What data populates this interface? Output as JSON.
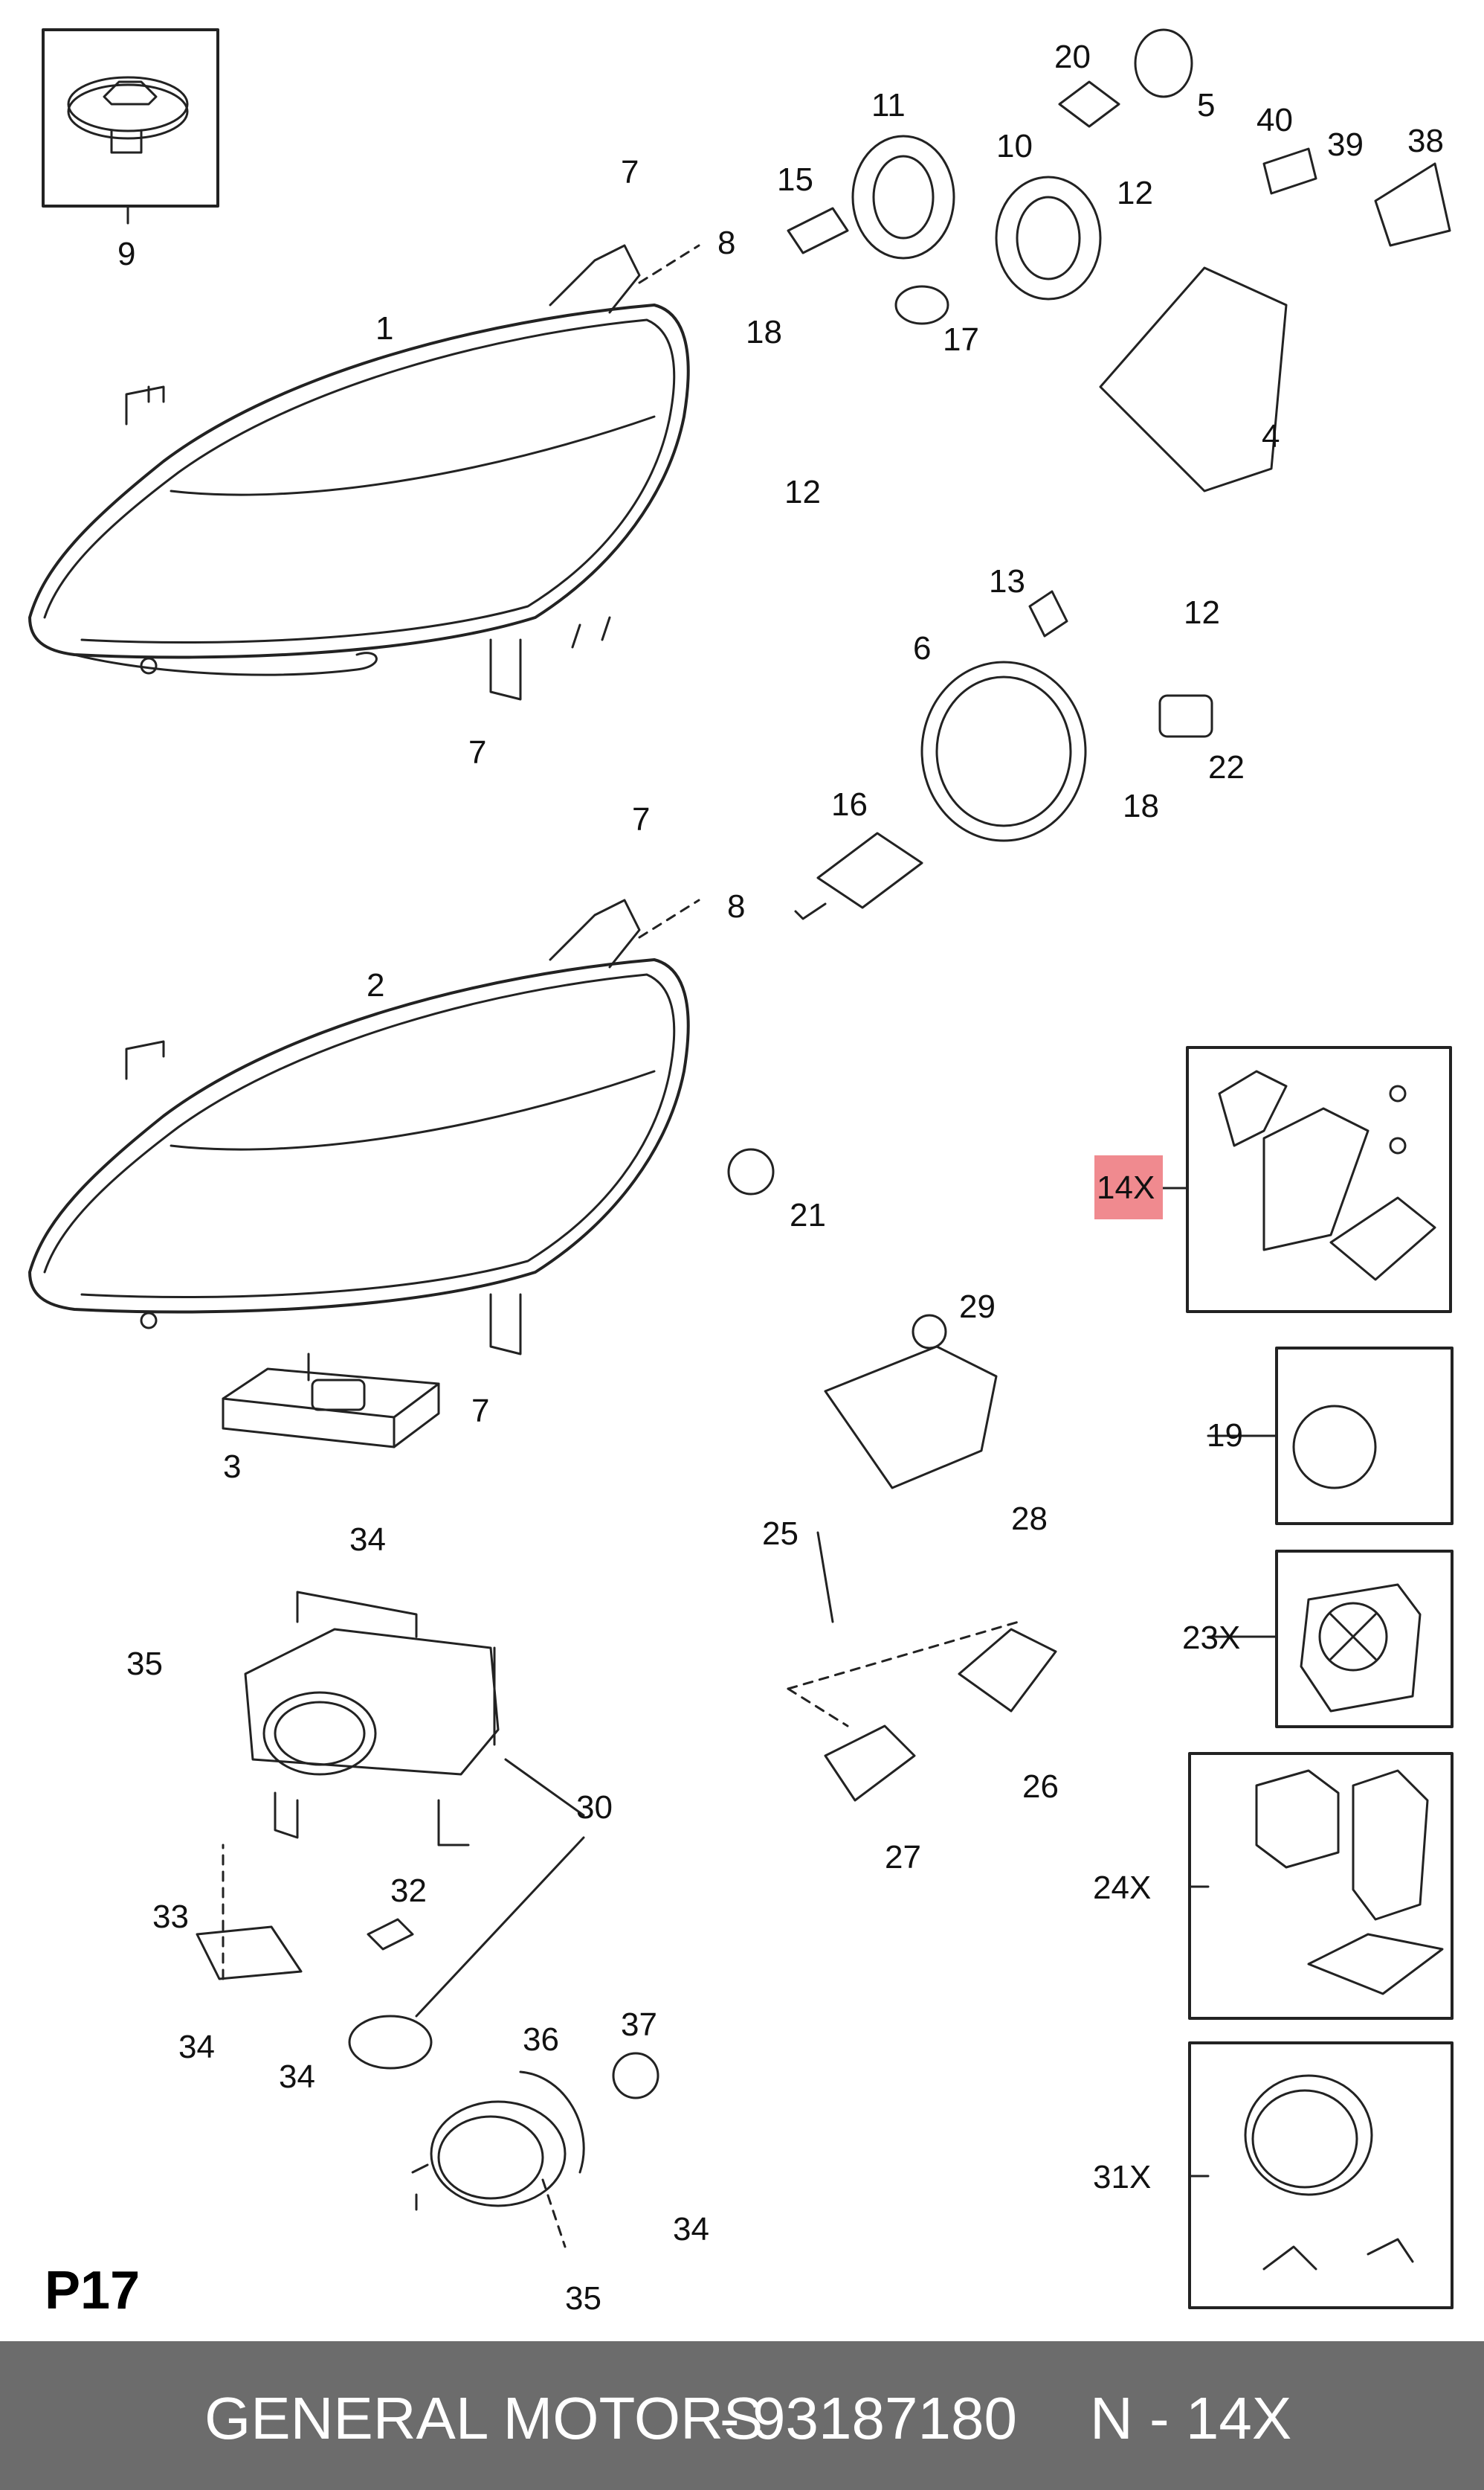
{
  "page_code": "P17",
  "highlighted_part": "14X",
  "footer": {
    "manufacturer": "GENERAL MOTORS",
    "separator": "-",
    "part_number": "93187180",
    "reference": "N - 14X"
  },
  "callouts": {
    "c1": "1",
    "c2": "2",
    "c3": "3",
    "c4": "4",
    "c5": "5",
    "c6": "6",
    "c7a": "7",
    "c7b": "7",
    "c7c": "7",
    "c7d": "7",
    "c8a": "8",
    "c8b": "8",
    "c9": "9",
    "c10": "10",
    "c11": "11",
    "c12a": "12",
    "c12b": "12",
    "c12c": "12",
    "c13": "13",
    "c15": "15",
    "c16": "16",
    "c17": "17",
    "c18a": "18",
    "c18b": "18",
    "c19": "19",
    "c20": "20",
    "c21": "21",
    "c22": "22",
    "c23x": "23X",
    "c24x": "24X",
    "c25": "25",
    "c26": "26",
    "c27": "27",
    "c28": "28",
    "c29": "29",
    "c30": "30",
    "c31x": "31X",
    "c32": "32",
    "c33": "33",
    "c34a": "34",
    "c34b": "34",
    "c34c": "34",
    "c34d": "34",
    "c35a": "35",
    "c35b": "35",
    "c36": "36",
    "c37": "37",
    "c38": "38",
    "c39": "39",
    "c40": "40",
    "c14x": "14X"
  }
}
